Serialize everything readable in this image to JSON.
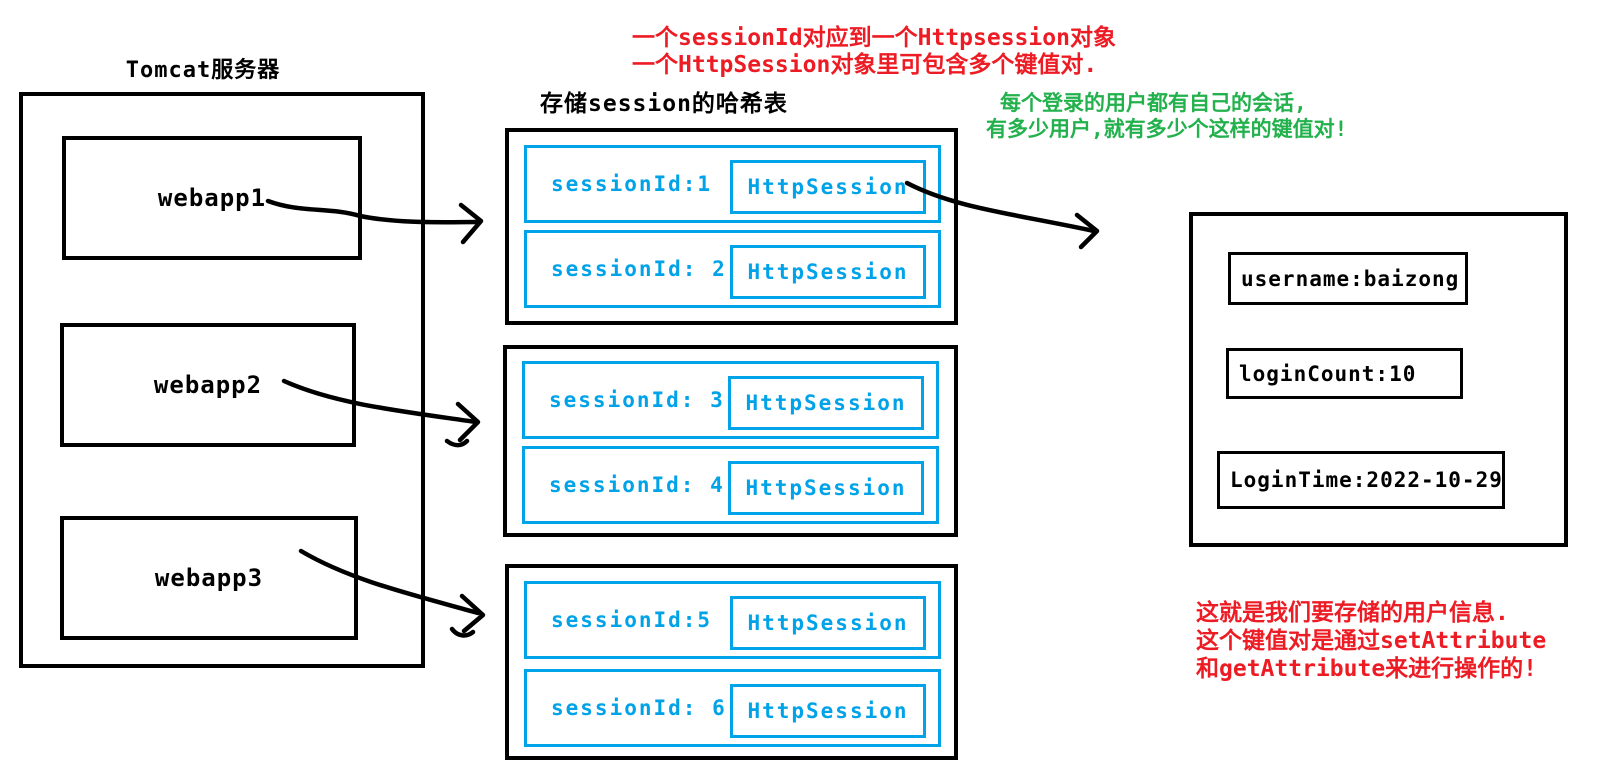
{
  "colors": {
    "blue": "#00a2e8",
    "red": "#ed1c24",
    "green": "#22b14c",
    "ink": "#000000"
  },
  "tomcat": {
    "title": "Tomcat服务器",
    "apps": [
      {
        "label": "webapp1"
      },
      {
        "label": "webapp2"
      },
      {
        "label": "webapp3"
      }
    ]
  },
  "session_table": {
    "title": "存储session的哈希表",
    "groups": [
      {
        "rows": [
          {
            "id": "sessionId:1",
            "object": "HttpSession"
          },
          {
            "id": "sessionId: 2",
            "object": "HttpSession"
          }
        ]
      },
      {
        "rows": [
          {
            "id": "sessionId: 3",
            "object": "HttpSession"
          },
          {
            "id": "sessionId: 4",
            "object": "HttpSession"
          }
        ]
      },
      {
        "rows": [
          {
            "id": "sessionId:5",
            "object": "HttpSession"
          },
          {
            "id": "sessionId: 6",
            "object": "HttpSession"
          }
        ]
      }
    ]
  },
  "user_info": {
    "attributes": [
      {
        "label": "username:baizong"
      },
      {
        "label": "loginCount:10"
      },
      {
        "label": "LoginTime:2022-10-29"
      }
    ]
  },
  "annotations": {
    "top_red": {
      "line1": "一个sessionId对应到一个Httpsession对象",
      "line2": "一个HttpSession对象里可包含多个键值对."
    },
    "green": {
      "line1": "每个登录的用户都有自己的会话,",
      "line2": "有多少用户,就有多少个这样的键值对!"
    },
    "bottom_red": {
      "line1": "这就是我们要存储的用户信息.",
      "line2": "这个键值对是通过setAttribute",
      "line3": "和getAttribute来进行操作的!"
    }
  }
}
